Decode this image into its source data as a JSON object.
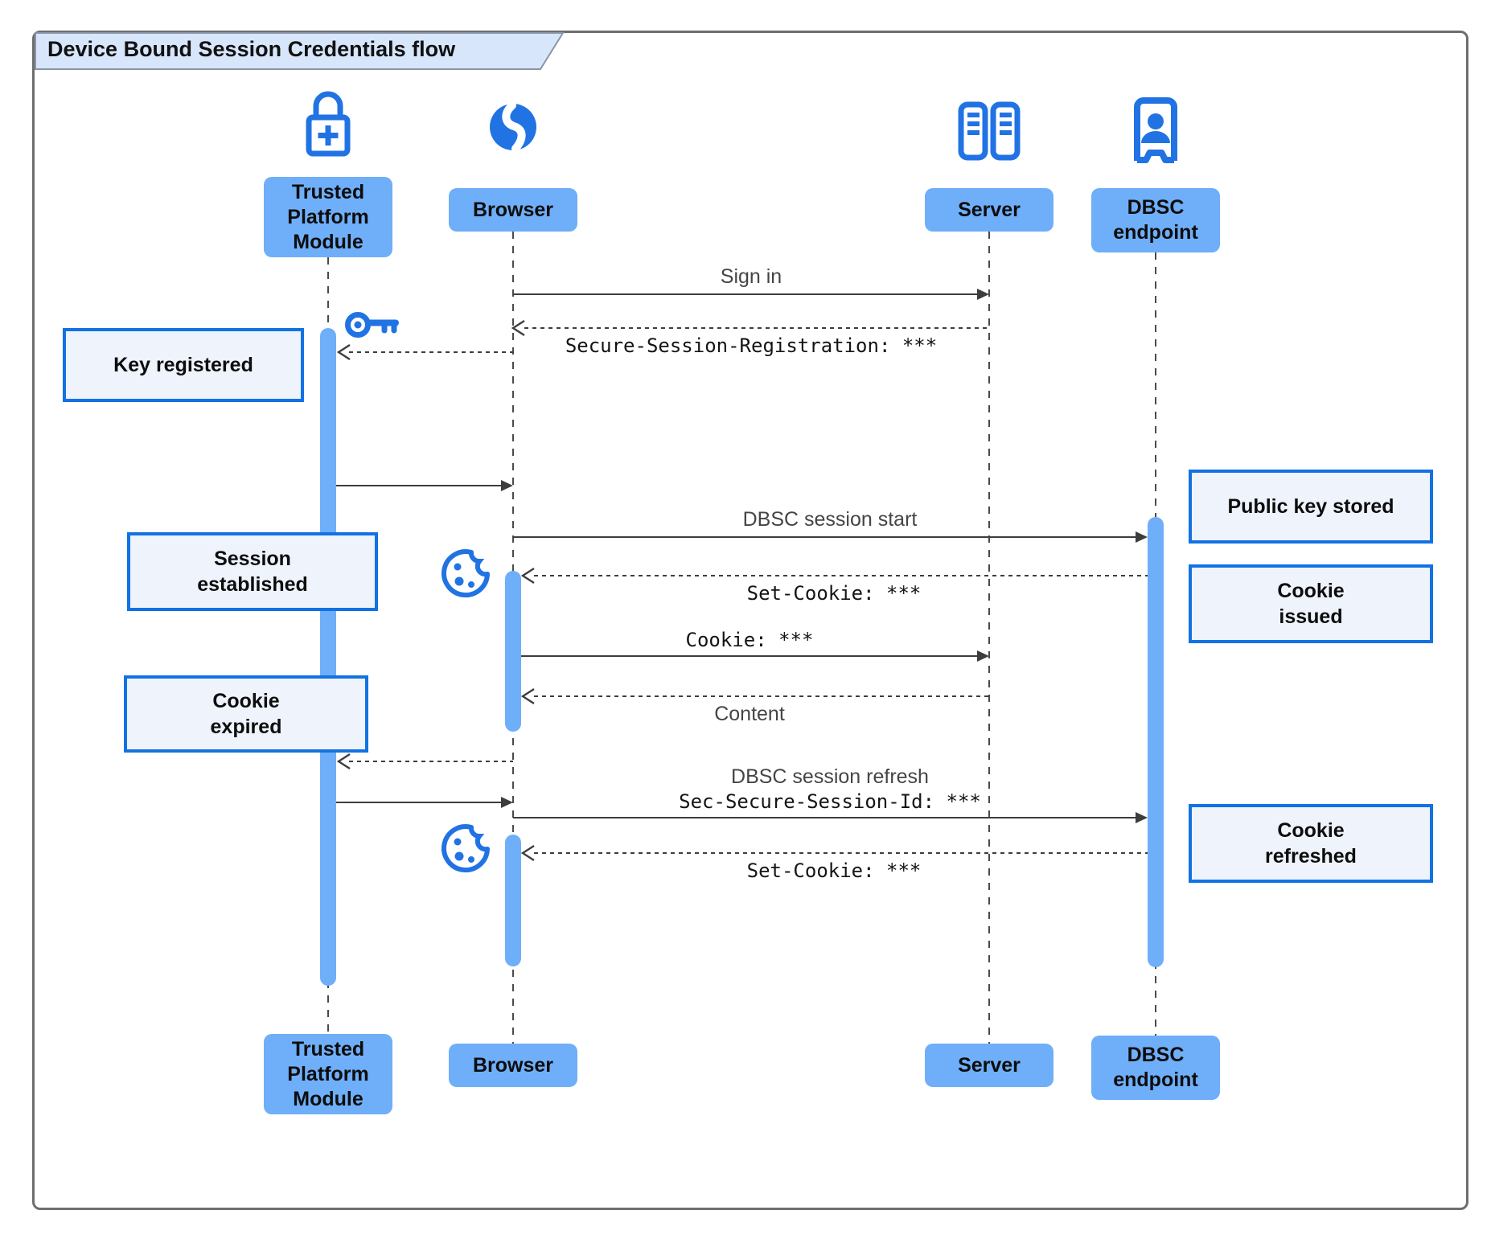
{
  "title": "Device Bound Session Credentials flow",
  "colors": {
    "actor_fill": "#6faef8",
    "icon_blue": "#2173e4",
    "note_fill": "#eef3fc",
    "note_border": "#1272e3",
    "title_fill": "#d7e6fb",
    "arrow": "#3d3d3d"
  },
  "actors": [
    {
      "label": "Trusted Platform Module",
      "icon": "lock-plus-icon"
    },
    {
      "label": "Browser",
      "icon": "globe-icon"
    },
    {
      "label": "Server",
      "icon": "server-rack-icon"
    },
    {
      "label": "DBSC endpoint",
      "icon": "door-person-icon"
    }
  ],
  "messages": [
    {
      "label": "Sign in",
      "from": "Browser",
      "to": "Server",
      "line": "solid"
    },
    {
      "label": "Secure-Session-Registration: ***",
      "from": "Server",
      "to": "Browser",
      "line": "dashed"
    },
    {
      "label": "",
      "from": "Browser",
      "to": "Trusted Platform Module",
      "line": "dashed"
    },
    {
      "label": "",
      "from": "Trusted Platform Module",
      "to": "Browser",
      "line": "solid"
    },
    {
      "label": "DBSC session start",
      "from": "Browser",
      "to": "DBSC endpoint",
      "line": "solid"
    },
    {
      "label": "Set-Cookie: ***",
      "from": "DBSC endpoint",
      "to": "Browser",
      "line": "dashed"
    },
    {
      "label": "Cookie: ***",
      "from": "Browser",
      "to": "Server",
      "line": "solid"
    },
    {
      "label": "Content",
      "from": "Server",
      "to": "Browser",
      "line": "dashed"
    },
    {
      "label": "",
      "from": "Browser",
      "to": "Trusted Platform Module",
      "line": "dashed"
    },
    {
      "label": "",
      "from": "Trusted Platform Module",
      "to": "Browser",
      "line": "solid"
    },
    {
      "label": "DBSC session refresh",
      "label2": "Sec-Secure-Session-Id: ***",
      "from": "Browser",
      "to": "DBSC endpoint",
      "line": "solid"
    },
    {
      "label": "Set-Cookie: ***",
      "from": "DBSC endpoint",
      "to": "Browser",
      "line": "dashed"
    }
  ],
  "notes": [
    {
      "label": "Key registered"
    },
    {
      "label": "Session established"
    },
    {
      "label": "Cookie expired"
    },
    {
      "label": "Public key stored"
    },
    {
      "label": "Cookie issued"
    },
    {
      "label": "Cookie refreshed"
    }
  ]
}
